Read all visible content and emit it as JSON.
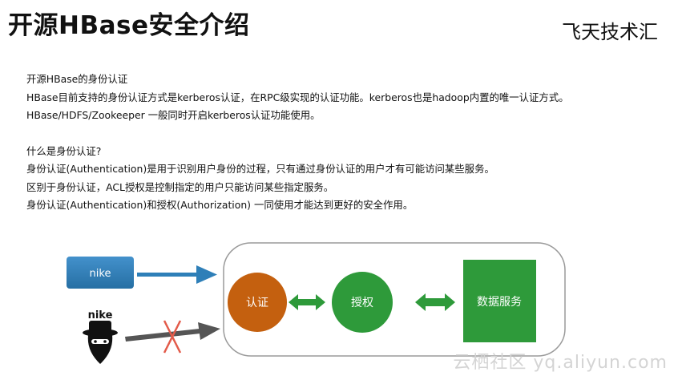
{
  "header": {
    "title": "开源HBase安全介绍",
    "brand": "飞天技术汇"
  },
  "content": {
    "section1": [
      "开源HBase的身份认证",
      "HBase目前支持的身份认证方式是kerberos认证，在RPC级实现的认证功能。kerberos也是hadoop内置的唯一认证方式。",
      "HBase/HDFS/Zookeeper 一般同时开启kerberos认证功能使用。"
    ],
    "section2": [
      "什么是身份认证?",
      "身份认证(Authentication)是用于识别用户身份的过程，只有通过身份认证的用户才有可能访问某些服务。",
      "区别于身份认证，ACL授权是控制指定的用户只能访问某些指定服务。",
      "身份认证(Authentication)和授权(Authorization) 一同使用才能达到更好的安全作用。"
    ]
  },
  "diagram": {
    "user_label": "nike",
    "impostor_label": "nike",
    "auth_label": "认证",
    "authz_label": "授权",
    "service_label": "数据服务",
    "colors": {
      "user": "#2e7fb8",
      "auth": "#c4600f",
      "authz": "#2e9a3a",
      "service": "#2e9a3a",
      "arrow_ok": "#2e7fb8",
      "arrow_blocked": "#555555",
      "cross": "#e35b4a",
      "link": "#2e9a3a"
    }
  },
  "watermark": "云栖社区 yq.aliyun.com"
}
